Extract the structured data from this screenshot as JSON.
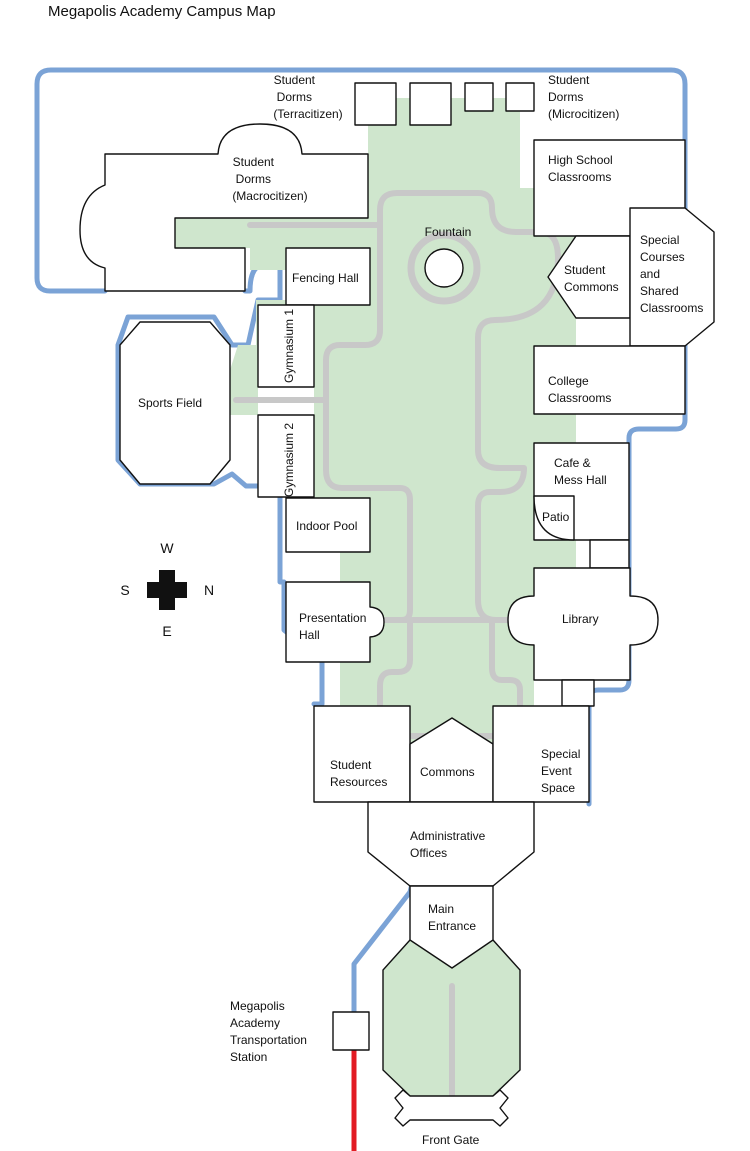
{
  "title": "Megapolis Academy Campus Map",
  "colors": {
    "grass": "#cfe6cd",
    "walkway": "#c8c8c8",
    "perimeter": "#7ba3d6",
    "rail": "#e21b23",
    "building_fill": "#ffffff",
    "building_stroke": "#111111"
  },
  "compass": {
    "w": "W",
    "s": "S",
    "n": "N",
    "e": "E"
  },
  "labels": {
    "dorms_terra": [
      "Student",
      "Dorms",
      "(Terracitizen)"
    ],
    "dorms_micro": [
      "Student",
      "Dorms",
      "(Microcitizen)"
    ],
    "dorms_macro": [
      "Student",
      "Dorms",
      "(Macrocitizen)"
    ],
    "high_school": [
      "High School",
      "Classrooms"
    ],
    "fountain": "Fountain",
    "student_commons": [
      "Student",
      "Commons"
    ],
    "special_courses": [
      "Special",
      "Courses",
      "and",
      "Shared",
      "Classrooms"
    ],
    "fencing": "Fencing Hall",
    "gym1": "Gymnasium 1",
    "gym2": "Gymnasium 2",
    "sports_field": "Sports Field",
    "college": [
      "College",
      "Classrooms"
    ],
    "cafe": [
      "Cafe &",
      "Mess Hall"
    ],
    "patio": "Patio",
    "pool": "Indoor Pool",
    "presentation": [
      "Presentation",
      "Hall"
    ],
    "library": "Library",
    "resources": [
      "Student",
      "Resources"
    ],
    "commons": "Commons",
    "event_space": [
      "Special",
      "Event",
      "Space"
    ],
    "admin": [
      "Administrative",
      "Offices"
    ],
    "entrance": [
      "Main",
      "Entrance"
    ],
    "transport": [
      "Megapolis",
      "Academy",
      "Transportation",
      "Station"
    ],
    "gate": "Front Gate"
  }
}
